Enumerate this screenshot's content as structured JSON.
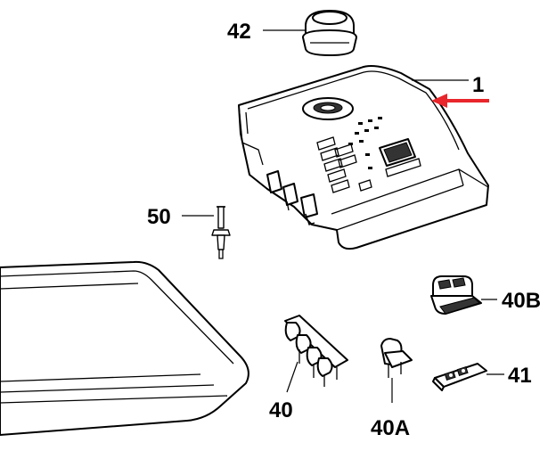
{
  "diagram": {
    "callouts": [
      {
        "id": "42",
        "label": "42"
      },
      {
        "id": "1",
        "label": "1"
      },
      {
        "id": "50",
        "label": "50"
      },
      {
        "id": "40B",
        "label": "40B"
      },
      {
        "id": "41",
        "label": "41"
      },
      {
        "id": "40",
        "label": "40"
      },
      {
        "id": "40A",
        "label": "40A"
      }
    ],
    "colors": {
      "line": "#000000",
      "background": "#ffffff",
      "arrow": "#e8262b"
    },
    "highlight": {
      "target": "1",
      "indicator": "red arrow"
    }
  }
}
